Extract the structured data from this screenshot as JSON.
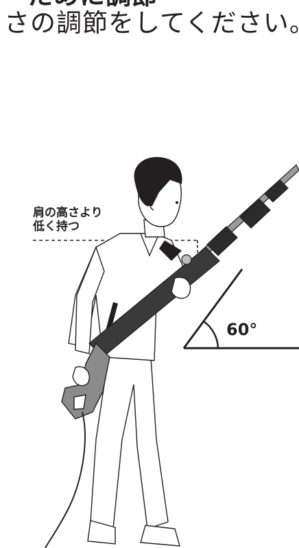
{
  "heading": {
    "line_top_partial": "ために調節",
    "line_main": "さの調節をしてください。"
  },
  "note": {
    "line1": "肩の高さより",
    "line2": "低く持つ"
  },
  "angle_label": "60°",
  "colors": {
    "ink": "#231f20",
    "pole": "#3a3a3a",
    "handle": "#8a8a8a"
  }
}
